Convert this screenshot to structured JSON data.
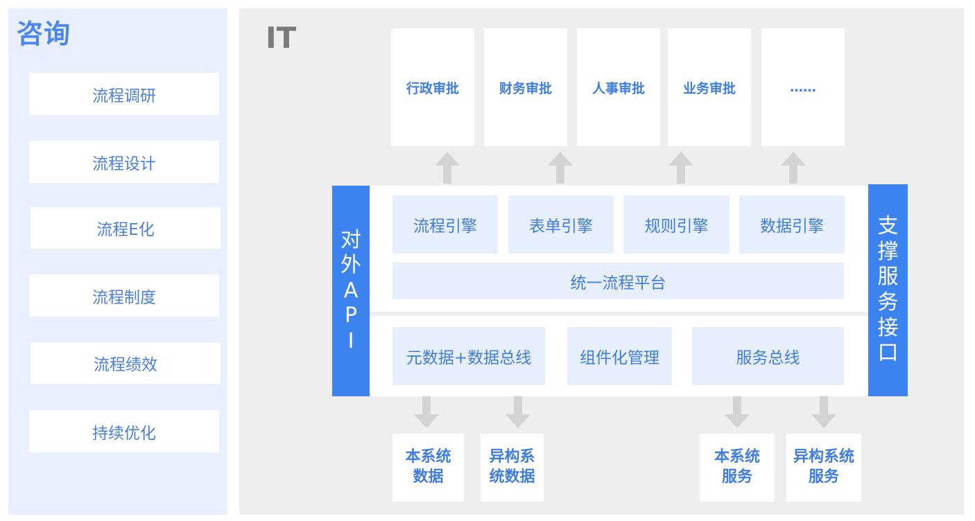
{
  "consulting": {
    "title": "咨询",
    "items": [
      "流程调研",
      "流程设计",
      "流程E化",
      "流程制度",
      "流程绩效",
      "持续优化"
    ]
  },
  "it": {
    "title": "IT",
    "approvals": [
      "行政审批",
      "财务审批",
      "人事审批",
      "业务审批",
      "……"
    ],
    "left_bar": [
      "对",
      "外",
      "A",
      "P",
      "I"
    ],
    "right_bar": [
      "支",
      "撑",
      "服",
      "务",
      "接",
      "口"
    ],
    "engines": [
      "流程引擎",
      "表单引擎",
      "规则引擎",
      "数据引擎"
    ],
    "platform": "统一流程平台",
    "components": [
      "元数据+数据总线",
      "组件化管理",
      "服务总线"
    ],
    "bottom": [
      {
        "line1": "本系统",
        "line2": "数据"
      },
      {
        "line1": "异构系",
        "line2": "统数据"
      },
      {
        "line1": "本系统",
        "line2": "服务"
      },
      {
        "line1": "异构系统",
        "line2": "服务"
      }
    ]
  },
  "colors": {
    "accent": "#3d83f0",
    "text_blue": "#3f7de0",
    "consult_bg": "#e9effd",
    "it_bg": "#eeeeee",
    "block_bg": "#e8effc",
    "arrow": "#d3d3d3"
  }
}
